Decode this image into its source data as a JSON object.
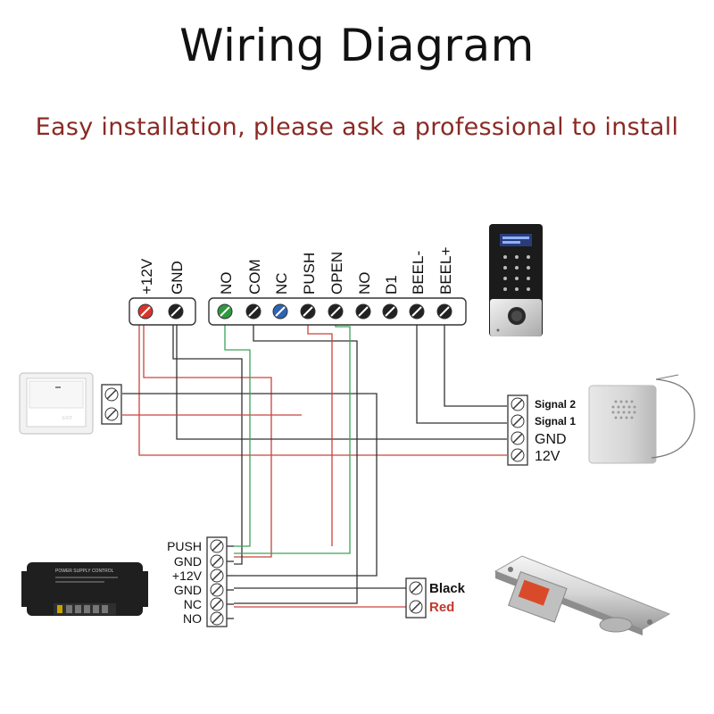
{
  "title": "Wiring Diagram",
  "subtitle": "Easy installation, please ask a professional to install",
  "keypad_terminals": {
    "power": [
      "+12V",
      "GND"
    ],
    "main": [
      "NO",
      "COM",
      "NC",
      "PUSH",
      "OPEN",
      "NO",
      "D1",
      "BEEL-",
      "BEEL+"
    ]
  },
  "bell_terminals": [
    "Signal 2",
    "Signal 1",
    "GND",
    "12V"
  ],
  "power_supply_terminals": [
    "PUSH",
    "GND",
    "+12V",
    "GND",
    "NC",
    "NO"
  ],
  "power_supply_label": "POWER SUPPLY CONTROL",
  "lock_terminals": [
    "Black",
    "Red"
  ],
  "colors": {
    "red_wire": "#c9433f",
    "green_wire": "#3aa45a",
    "black_wire": "#333333",
    "subtitle": "#8a2a24",
    "red_dot": "#d8342b",
    "green_dot": "#2e9a3e",
    "blue_dot": "#2e62b5"
  },
  "icons": [
    "exit-button-icon",
    "keypad-icon",
    "doorbell-icon",
    "power-supply-icon",
    "electric-strike-lock-icon"
  ]
}
